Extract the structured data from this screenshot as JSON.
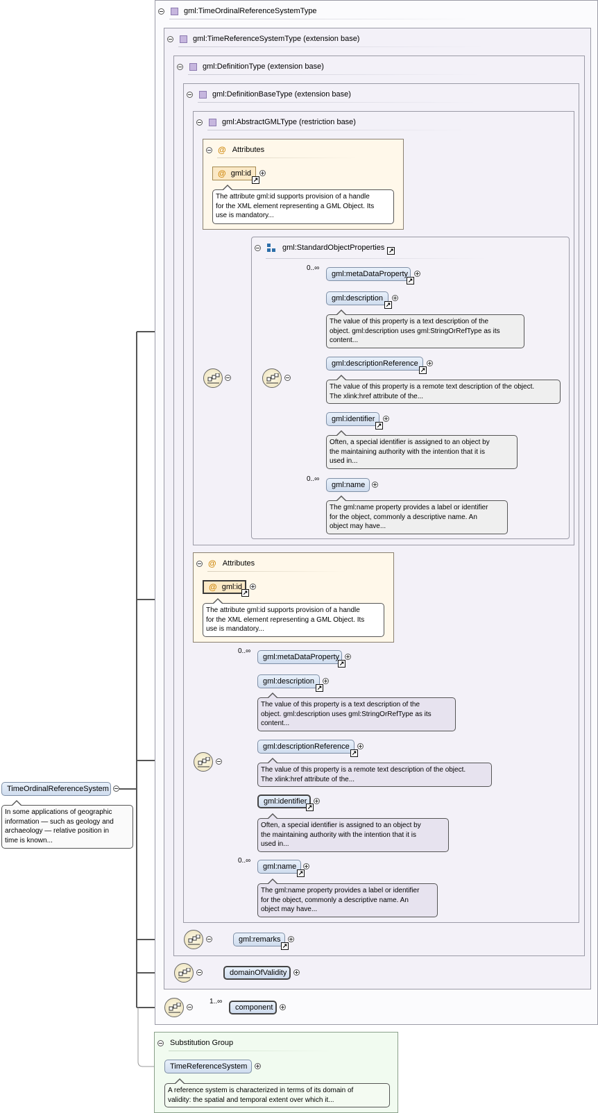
{
  "root": {
    "name": "TimeOrdinalReferenceSystem",
    "doc": [
      "In some applications of geographic",
      "information — such as geology and",
      "archaeology — relative position in",
      "time is known..."
    ]
  },
  "types": {
    "t0": "gml:TimeOrdinalReferenceSystemType",
    "t1": "gml:TimeReferenceSystemType (extension base)",
    "t2": "gml:DefinitionType (extension base)",
    "t3": "gml:DefinitionBaseType (extension base)",
    "t4": "gml:AbstractGMLType (restriction base)"
  },
  "attributes": {
    "title": "Attributes",
    "id_name": "gml:id",
    "id_doc": [
      "The attribute gml:id supports provision of a handle",
      "for the XML element representing a GML Object. Its",
      "use is mandatory..."
    ]
  },
  "group": {
    "name": "gml:StandardObjectProperties"
  },
  "props": {
    "metaDataProperty": "gml:metaDataProperty",
    "description": "gml:description",
    "description_doc": [
      "The value of this property is a text description of the",
      "object. gml:description uses gml:StringOrRefType as its",
      "content..."
    ],
    "descriptionReference": "gml:descriptionReference",
    "descriptionReference_doc": [
      "The value of this property is a remote text description of the object.",
      "The xlink:href attribute of the..."
    ],
    "identifier": "gml:identifier",
    "identifier_doc": [
      "Often, a special identifier is assigned to an object by",
      "the maintaining authority with the intention that it is",
      "used in..."
    ],
    "name": "gml:name",
    "name_doc": [
      "The gml:name property provides a label or identifier",
      "for the object, commonly a descriptive name. An",
      "object may have..."
    ]
  },
  "remarks": "gml:remarks",
  "domainOfValidity": "domainOfValidity",
  "component": "component",
  "occurrences": {
    "many": "0..∞",
    "oneMany": "1..∞"
  },
  "substitution": {
    "title": "Substitution Group",
    "name": "TimeReferenceSystem",
    "doc": [
      "A reference system is characterized in terms of its domain of",
      "validity: the spatial and temporal extent over which it..."
    ]
  },
  "icons": {
    "collapse": "minus-circle",
    "expand": "plus-circle",
    "type": "type-square",
    "attribute": "at-sign",
    "group": "group-blocks",
    "reference": "link-arrow",
    "sequence": "sequence-compositor"
  },
  "colors": {
    "type_bg": "#f3f1f8",
    "attr_bg": "#fff8ea",
    "element_fill": "#d7e3f2",
    "subst_bg": "#f1fbf0"
  }
}
